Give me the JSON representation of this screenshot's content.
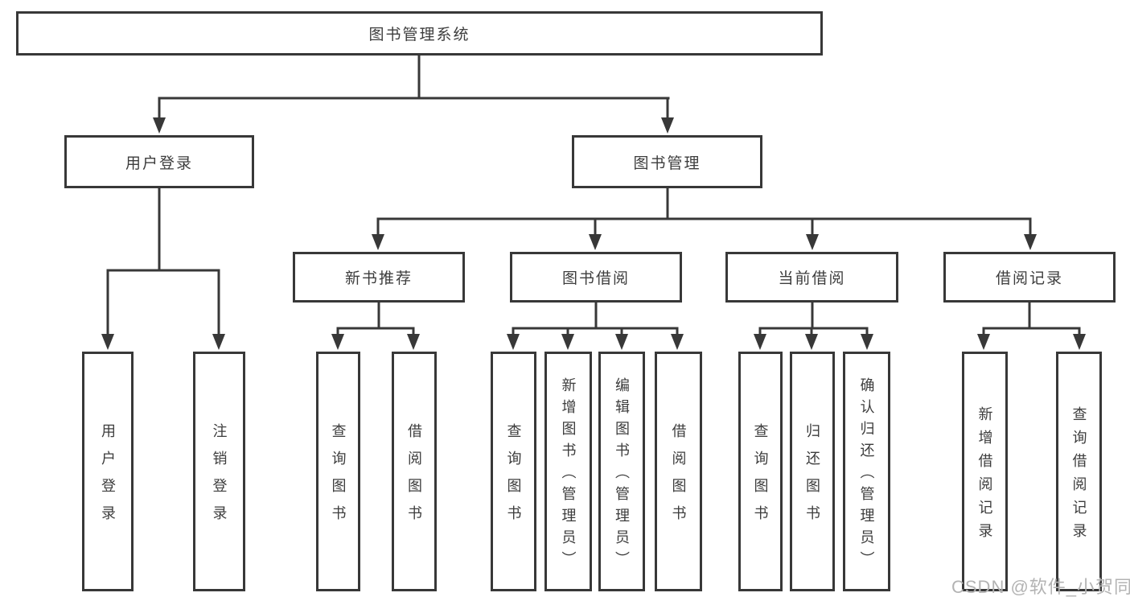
{
  "diagram_title": "图书管理系统",
  "tree": {
    "root": {
      "label": "图书管理系统"
    },
    "children": [
      {
        "label": "用户登录",
        "children": [
          {
            "label": "用户登录"
          },
          {
            "label": "注销登录"
          }
        ]
      },
      {
        "label": "图书管理",
        "children": [
          {
            "label": "新书推荐",
            "children": [
              {
                "label": "查询图书"
              },
              {
                "label": "借阅图书"
              }
            ]
          },
          {
            "label": "图书借阅",
            "children": [
              {
                "label": "查询图书"
              },
              {
                "label": "新增图书（管理员）"
              },
              {
                "label": "编辑图书（管理员）"
              },
              {
                "label": "借阅图书"
              }
            ]
          },
          {
            "label": "当前借阅",
            "children": [
              {
                "label": "查询图书"
              },
              {
                "label": "归还图书"
              },
              {
                "label": "确认归还（管理员）"
              }
            ]
          },
          {
            "label": "借阅记录",
            "children": [
              {
                "label": "新增借阅记录"
              },
              {
                "label": "查询借阅记录"
              }
            ]
          }
        ]
      }
    ]
  },
  "watermark": "CSDN @软件_小贺同学",
  "colors": {
    "line": "#383838",
    "text": "#3d3d3d",
    "watermark": "#b3b3b3",
    "background": "#ffffff"
  }
}
